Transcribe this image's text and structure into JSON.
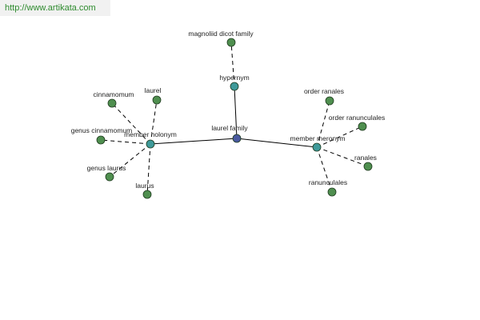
{
  "source_url": "http://www.artikata.com",
  "colors": {
    "leaf": "#4f8f4f",
    "relation": "#3f9a9a",
    "root": "#4a5aa0",
    "edge": "#000000",
    "url_text": "#2e8b2e"
  },
  "graph": {
    "nodes": [
      {
        "id": "laurel-family",
        "label": "laurel family",
        "kind": "root"
      },
      {
        "id": "hypernym",
        "label": "hypernym",
        "kind": "relation"
      },
      {
        "id": "member-holonym",
        "label": "member holonym",
        "kind": "relation"
      },
      {
        "id": "member-meronym",
        "label": "member meronym",
        "kind": "relation"
      },
      {
        "id": "magnoliid-dicot-family",
        "label": "magnoliid dicot family",
        "kind": "leaf"
      },
      {
        "id": "cinnamomum",
        "label": "cinnamomum",
        "kind": "leaf"
      },
      {
        "id": "laurel",
        "label": "laurel",
        "kind": "leaf"
      },
      {
        "id": "genus-cinnamomum",
        "label": "genus cinnamomum",
        "kind": "leaf"
      },
      {
        "id": "genus-laurus",
        "label": "genus laurus",
        "kind": "leaf"
      },
      {
        "id": "laurus",
        "label": "laurus",
        "kind": "leaf"
      },
      {
        "id": "order-ranales",
        "label": "order ranales",
        "kind": "leaf"
      },
      {
        "id": "order-ranunculales",
        "label": "order ranunculales",
        "kind": "leaf"
      },
      {
        "id": "ranales",
        "label": "ranales",
        "kind": "leaf"
      },
      {
        "id": "ranunculales",
        "label": "ranunculales",
        "kind": "leaf"
      }
    ],
    "edges": [
      {
        "from": "laurel-family",
        "to": "hypernym",
        "style": "solid"
      },
      {
        "from": "laurel-family",
        "to": "member-holonym",
        "style": "solid"
      },
      {
        "from": "laurel-family",
        "to": "member-meronym",
        "style": "solid"
      },
      {
        "from": "hypernym",
        "to": "magnoliid-dicot-family",
        "style": "dashed"
      },
      {
        "from": "member-holonym",
        "to": "cinnamomum",
        "style": "dashed"
      },
      {
        "from": "member-holonym",
        "to": "laurel",
        "style": "dashed"
      },
      {
        "from": "member-holonym",
        "to": "genus-cinnamomum",
        "style": "dashed"
      },
      {
        "from": "member-holonym",
        "to": "genus-laurus",
        "style": "dashed"
      },
      {
        "from": "member-holonym",
        "to": "laurus",
        "style": "dashed"
      },
      {
        "from": "member-meronym",
        "to": "order-ranales",
        "style": "dashed"
      },
      {
        "from": "member-meronym",
        "to": "order-ranunculales",
        "style": "dashed"
      },
      {
        "from": "member-meronym",
        "to": "ranales",
        "style": "dashed"
      },
      {
        "from": "member-meronym",
        "to": "ranunculales",
        "style": "dashed"
      }
    ]
  }
}
